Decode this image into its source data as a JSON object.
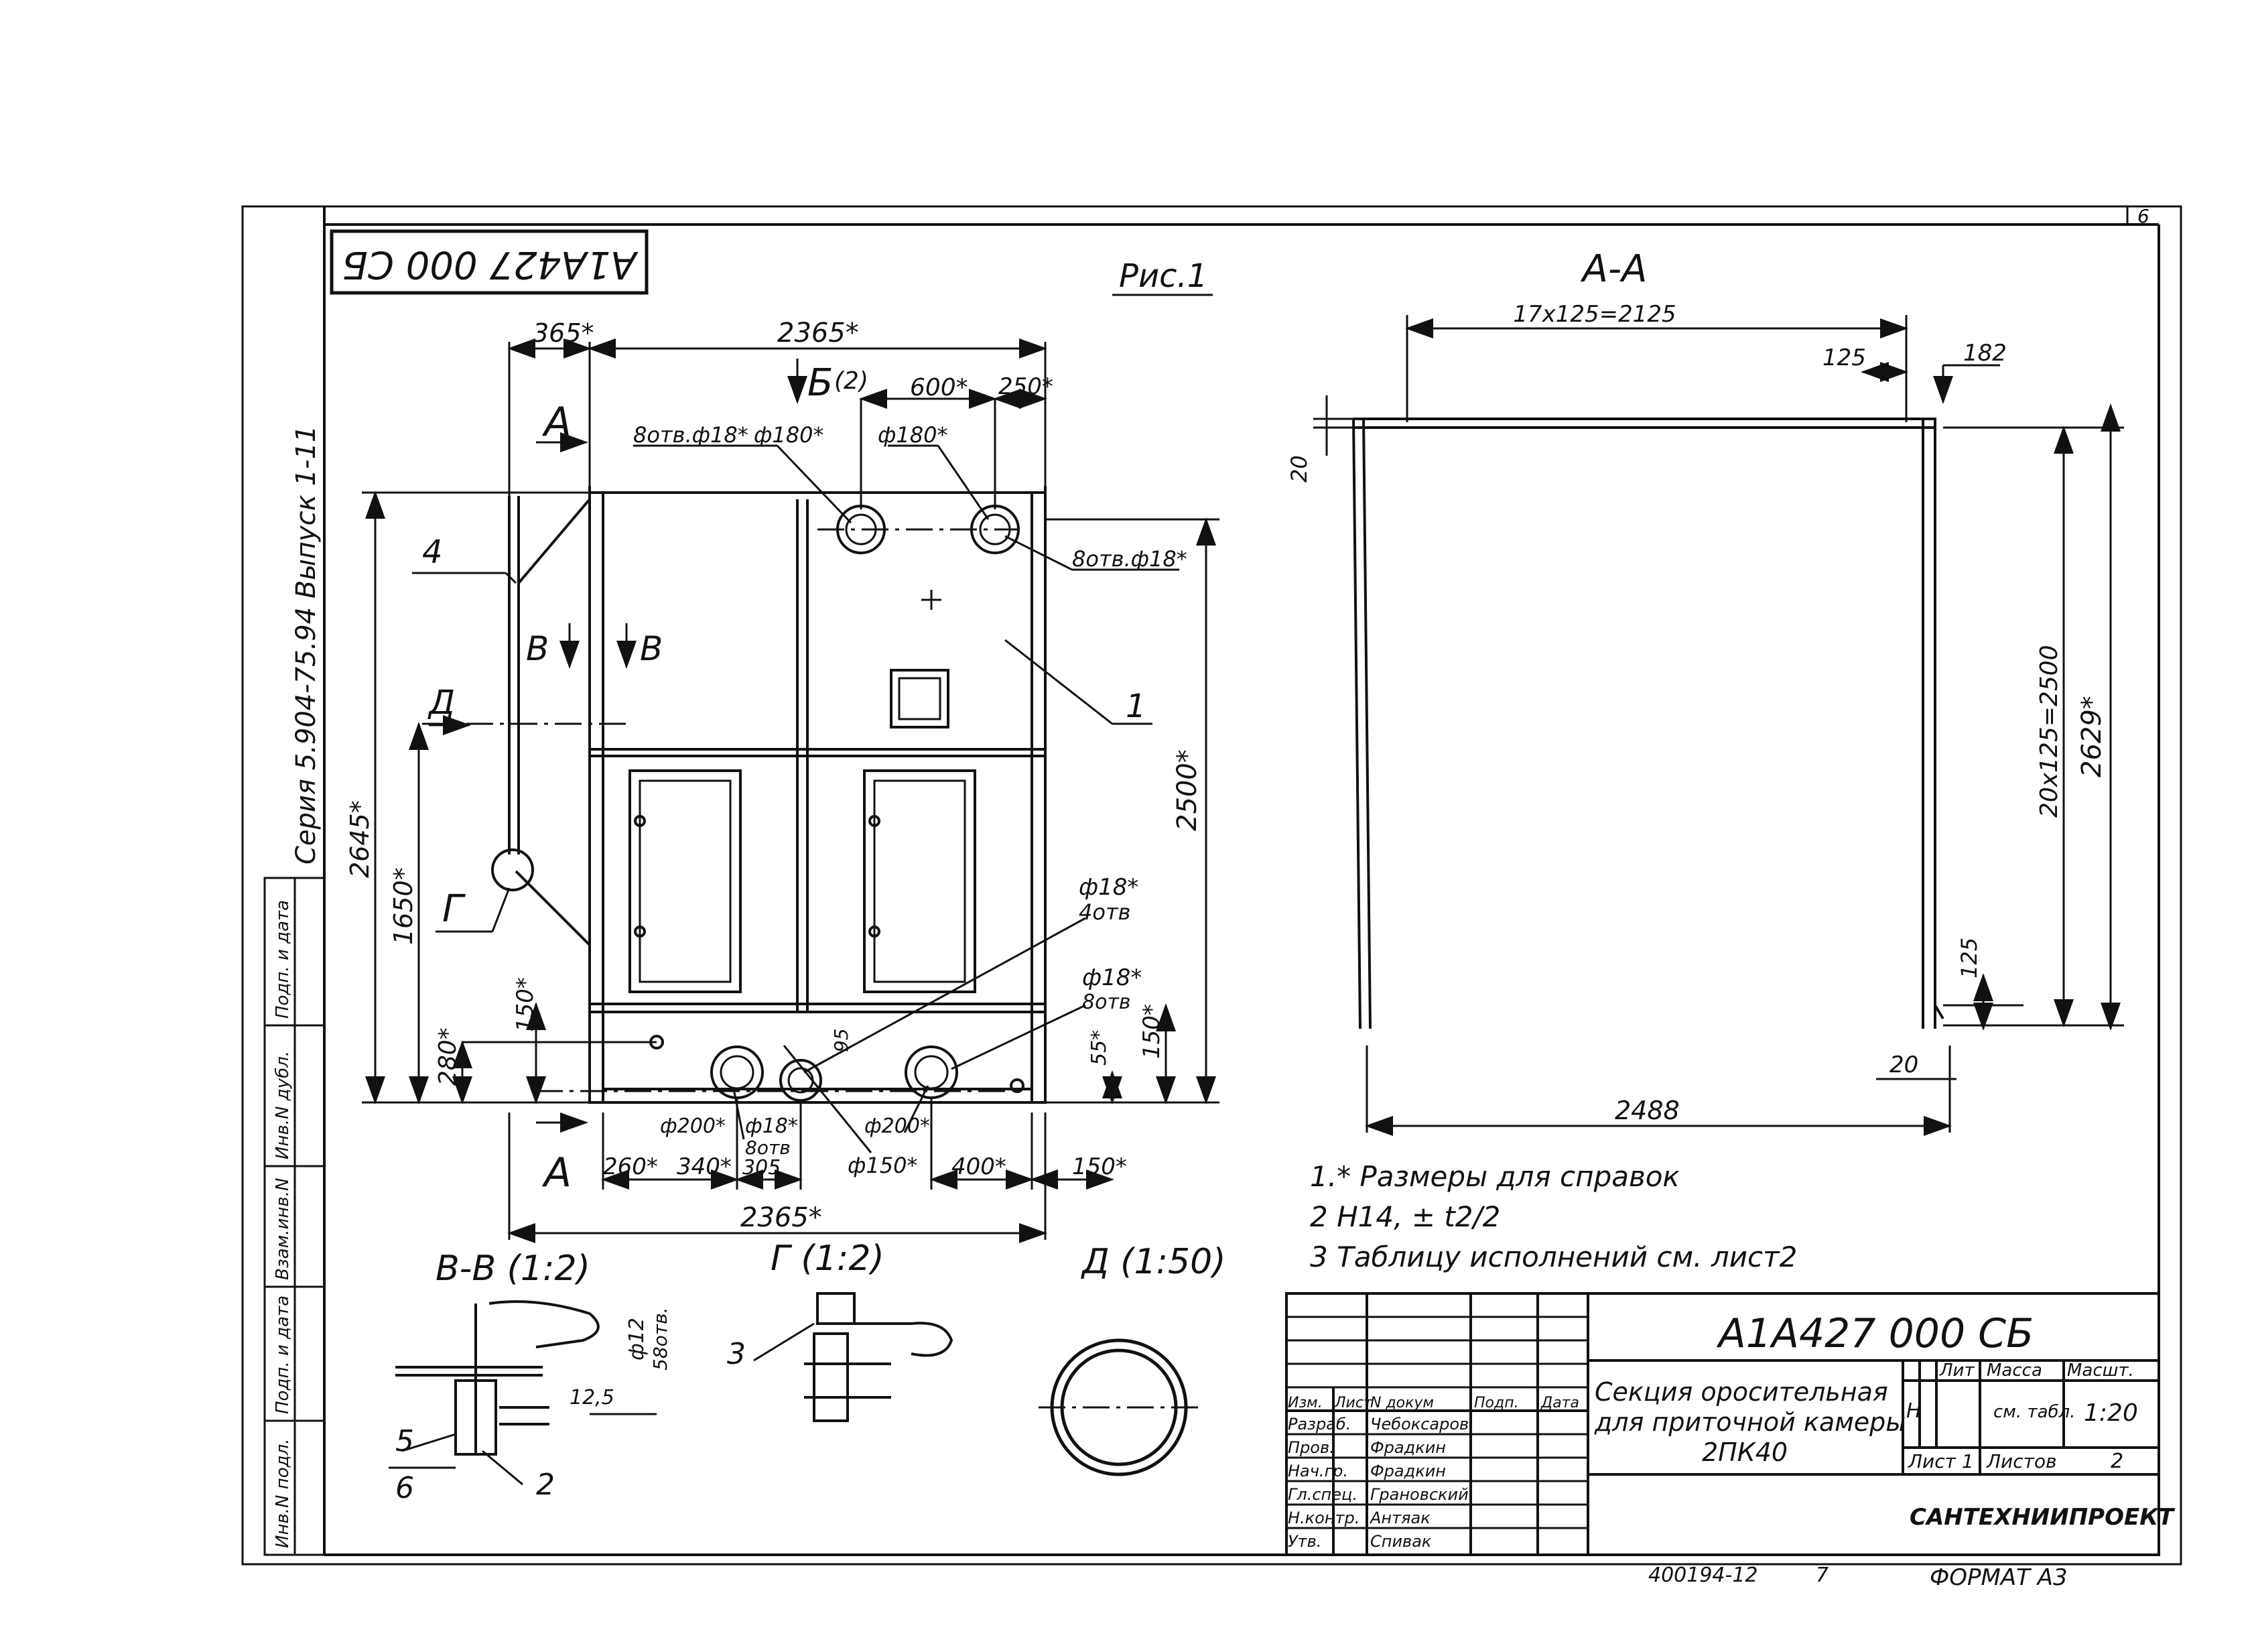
{
  "sheet": {
    "page_number": "6",
    "doc_code_rotated": "А1А427 000 СБ",
    "figure_label": "Рис.1",
    "series_text": "Серия 5.904-75.94 Выпуск 1-11",
    "archive_number": "400194-12",
    "archive_page": "7",
    "format_text": "ФОРМАТ А3"
  },
  "front_view": {
    "dim_365": "365*",
    "dim_2365_top": "2365*",
    "dim_2365_bottom": "2365*",
    "dim_600": "600*",
    "dim_250": "250*",
    "dim_2645": "2645*",
    "dim_1650": "1650*",
    "dim_2500": "2500*",
    "dim_280": "280*",
    "dim_150_left": "150*",
    "dim_150_right": "150*",
    "dim_55": "55*",
    "dim_95": "95",
    "dim_260": "260*",
    "dim_340": "340*",
    "dim_305": "305",
    "dim_400": "400*",
    "dim_150_bottom": "150*",
    "hole_8_18_left": "8отв.ф18*",
    "dia_180_left": "ф180*",
    "dia_180_right": "ф180*",
    "hole_8_18_right": "8отв.ф18*",
    "dia_18_4": "ф18*",
    "holes_4": "4отв",
    "dia_18_8": "ф18*",
    "holes_8": "8отв",
    "dia_200_left": "ф200*",
    "dia_18_b": "ф18*",
    "holes_8_b": "8отв",
    "dia_200_right": "ф200*",
    "dia_150": "ф150*",
    "section_a_top": "А",
    "section_a_bottom": "А",
    "section_b": "Б",
    "section_b_sheet": "(2)",
    "section_v_left": "В",
    "section_v_right": "В",
    "section_d": "Д",
    "detail_g": "Г",
    "callout_1": "1",
    "callout_4": "4"
  },
  "section_aa": {
    "title": "А-А",
    "dim_2125": "17x125=2125",
    "dim_125_top": "125",
    "dim_182": "182",
    "dim_20_left": "20",
    "dim_2500": "20x125=2500",
    "dim_2629": "2629*",
    "dim_125_right": "125",
    "dim_20_bottom": "20",
    "dim_2488": "2488"
  },
  "notes": [
    "1.* Размеры для справок",
    "2 Н14, ± t2/2",
    "3 Таблицу исполнений см. лист2"
  ],
  "details": {
    "vv_title": "В-В (1:2)",
    "vv_dia": "ф12",
    "vv_holes": "58отв.",
    "vv_dim": "12,5",
    "vv_callout_5": "5",
    "vv_callout_6": "6",
    "vv_callout_2": "2",
    "g_title": "Г (1:2)",
    "g_callout_3": "3",
    "d_title": "Д (1:50)"
  },
  "side_stamp": {
    "labels": [
      "Инв.N подл.",
      "Подп. и дата",
      "Взам.инв.N",
      "Инв.N дубл.",
      "Подп. и дата"
    ]
  },
  "title_block": {
    "designation": "А1А427 000 СБ",
    "name_line1": "Секция оросительная",
    "name_line2": "для приточной камеры",
    "name_line3": "2ПК40",
    "col_izm": "Изм.",
    "col_list": "Лист",
    "col_ndok": "N докум",
    "col_podp": "Подп.",
    "col_data": "Дата",
    "roles": [
      {
        "role": "Разраб.",
        "name": "Чебоксаров"
      },
      {
        "role": "Пров.",
        "name": "Фрадкин"
      },
      {
        "role": "Нач.гр.",
        "name": "Фрадкин"
      },
      {
        "role": "Гл.спец.",
        "name": "Грановский"
      },
      {
        "role": "Н.контр.",
        "name": "Антяак"
      },
      {
        "role": "Утв.",
        "name": "Спивак"
      }
    ],
    "lit_header": "Лит",
    "mass_header": "Масса",
    "scale_header": "Масшт.",
    "lit_value": "Н",
    "mass_value": "см. табл.",
    "scale_value": "1:20",
    "sheet_label": "Лист 1",
    "sheets_label": "Листов",
    "sheets_value": "2",
    "org": "САНТЕХНИИПРОЕКТ"
  }
}
